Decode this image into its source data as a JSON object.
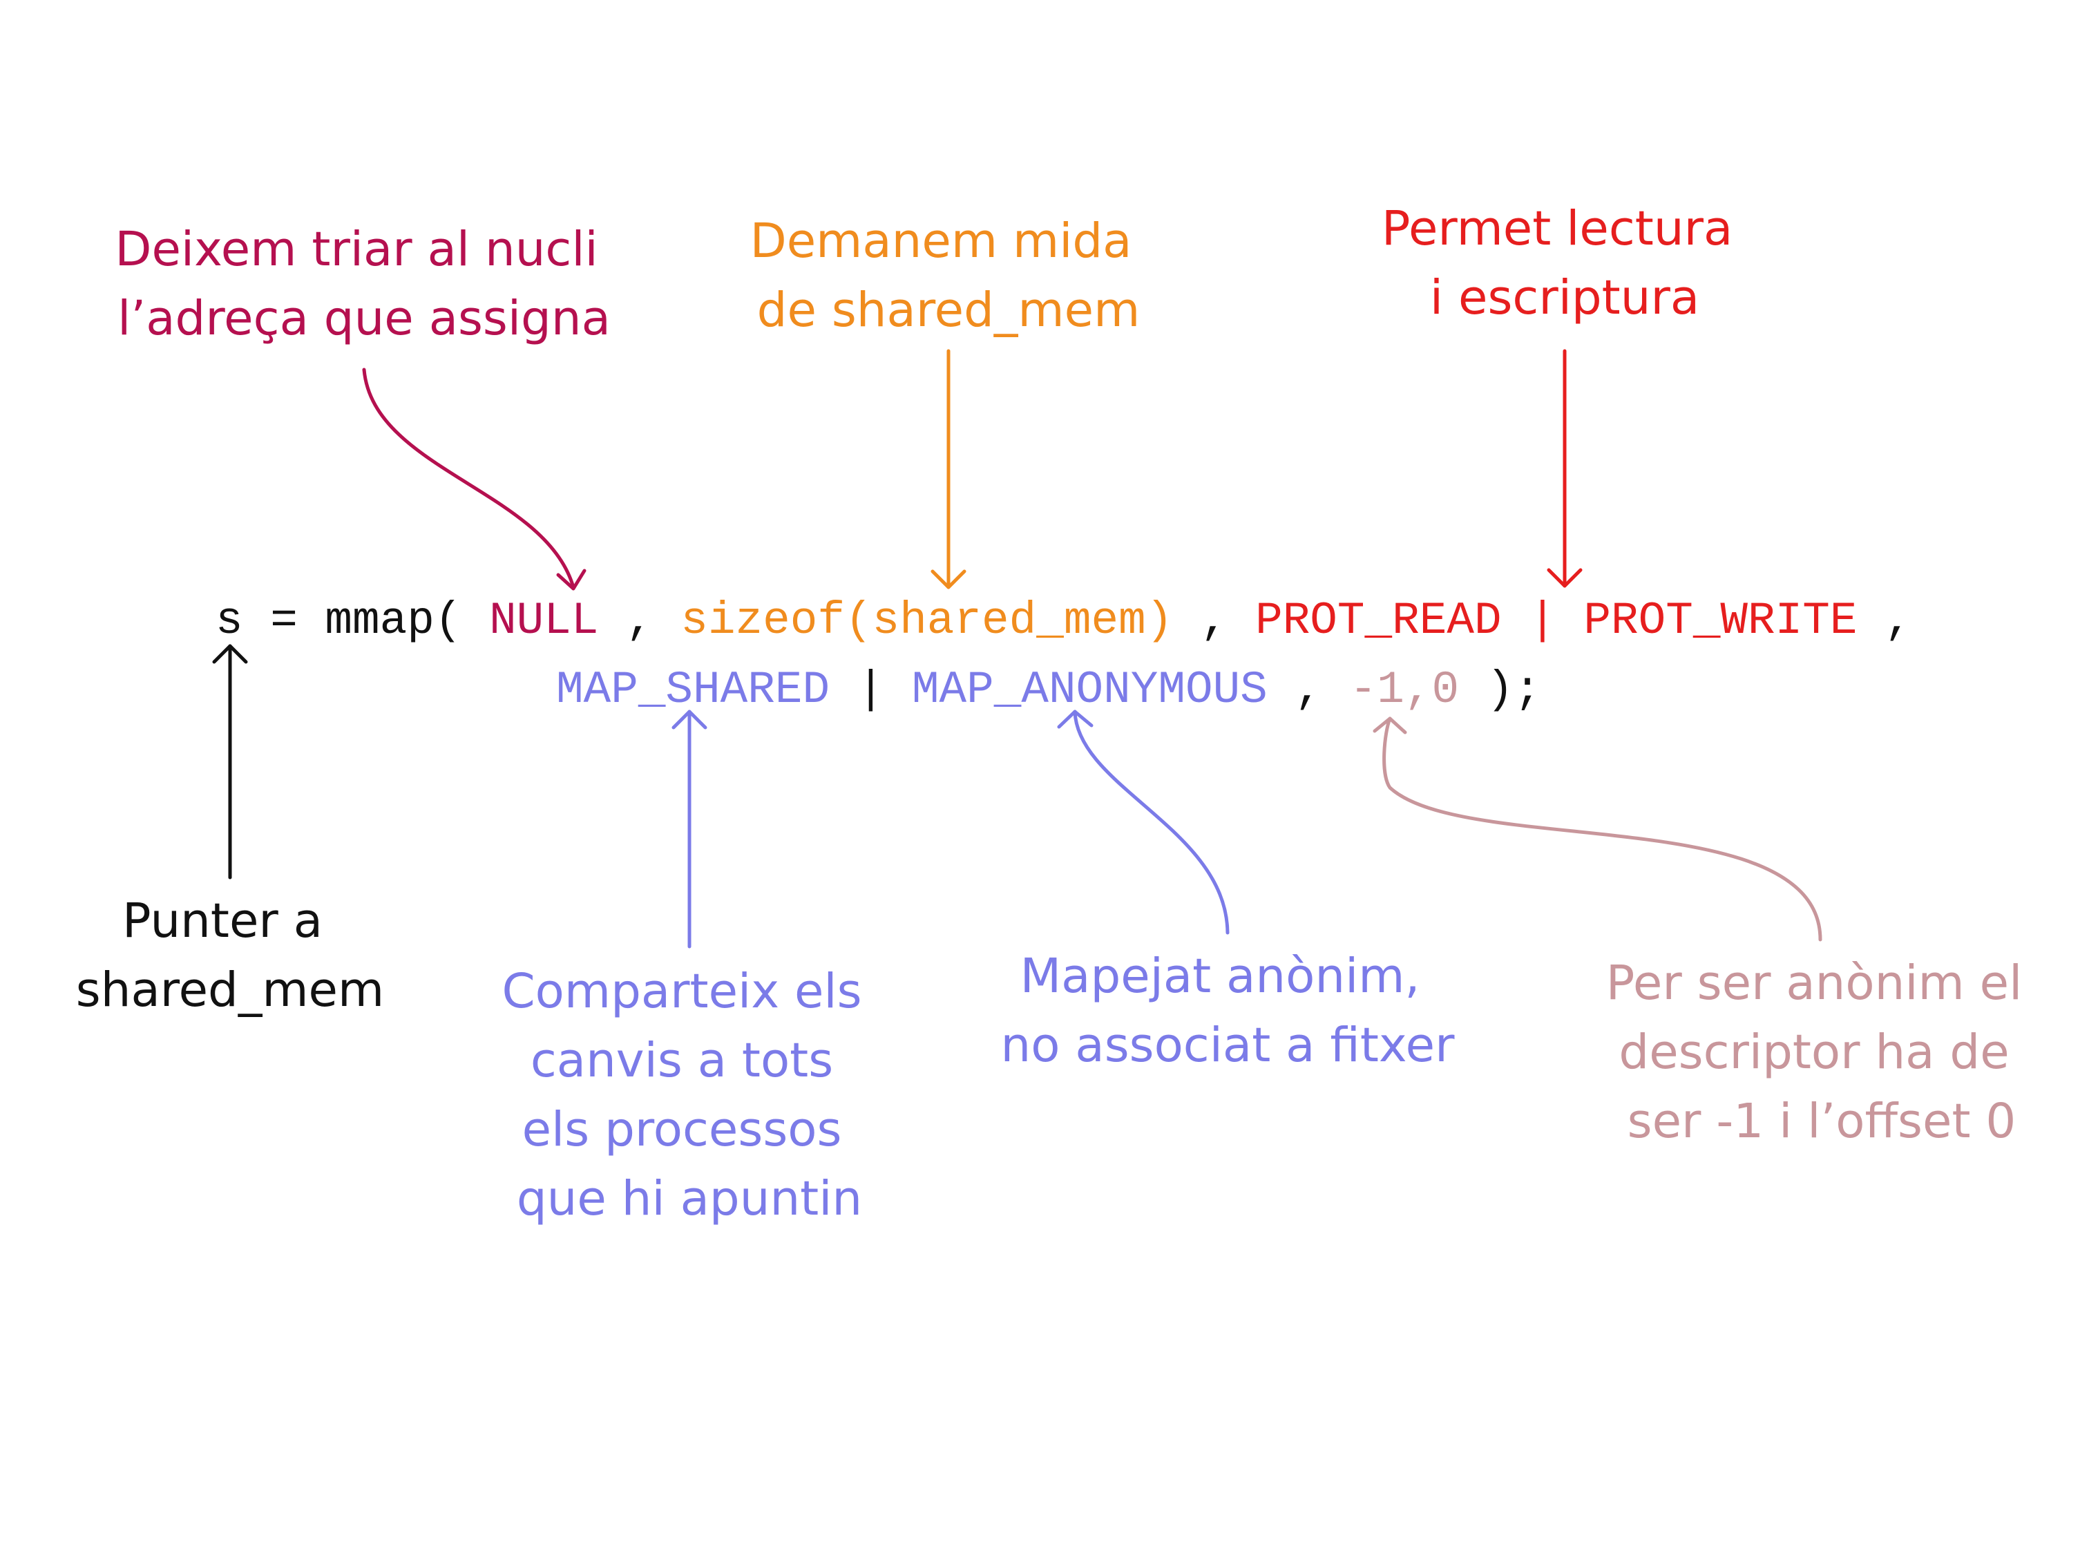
{
  "colors": {
    "black": "#111111",
    "null_color": "#B5104F",
    "size_color": "#F08C1E",
    "prot_color": "#E61E1E",
    "map_color": "#7B7BE8",
    "fd_color": "#C8969B"
  },
  "code": {
    "line1": {
      "s": "s",
      "assign": " = mmap( ",
      "null": "NULL",
      "comma1": " , ",
      "sizeof": "sizeof(shared_mem)",
      "comma2": " , ",
      "prot_read": "PROT_READ",
      "pipe1": " | ",
      "prot_write": "PROT_WRITE",
      "comma3": " ,"
    },
    "line2": {
      "map_shared": "MAP_SHARED",
      "pipe2": " | ",
      "map_anonymous": "MAP_ANONYMOUS",
      "comma4": " , ",
      "fd_offset": "-1,0",
      "close": " );"
    }
  },
  "annotations": {
    "null_note": [
      "Deixem triar al nucli",
      "l’adreça que assigna"
    ],
    "size_note": [
      "Demanem mida",
      "de shared_mem"
    ],
    "prot_note": [
      "Permet lectura",
      "i escriptura"
    ],
    "pointer_note": [
      "Punter a",
      "shared_mem"
    ],
    "shared_note": [
      "Comparteix els",
      "canvis a tots",
      "els processos",
      "que hi apuntin"
    ],
    "anon_note": [
      "Mapejat anònim,",
      "no associat a fitxer"
    ],
    "fd_note": [
      "Per ser anònim el",
      "descriptor ha de",
      "ser -1 i l’offset 0"
    ]
  }
}
